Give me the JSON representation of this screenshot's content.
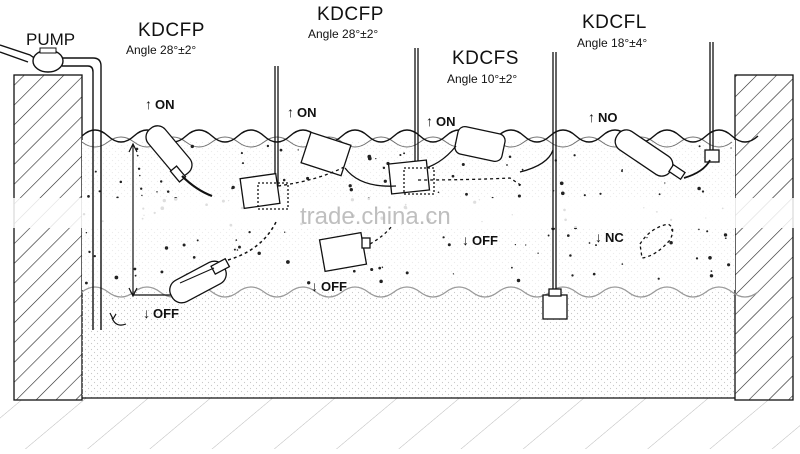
{
  "pump_label": "PUMP",
  "watermark": "trade.china.cn",
  "switches": [
    {
      "model": "KDCFP",
      "angle": "Angle 28°±2°",
      "on_label": "ON",
      "off_label": "OFF"
    },
    {
      "model": "KDCFP",
      "angle": "Angle 28°±2°",
      "on_label": "ON",
      "off_label": "OFF"
    },
    {
      "model": "KDCFS",
      "angle": "Angle 10°±2°",
      "on_label": "ON",
      "off_label": "OFF"
    },
    {
      "model": "KDCFL",
      "angle": "Angle 18°±4°",
      "on_label": "NO",
      "off_label": "NC"
    }
  ],
  "arrows": {
    "up": "↑",
    "down": "↓"
  },
  "colors": {
    "line": "#111111",
    "dots": "#222222",
    "stipple": "#cccccc"
  }
}
